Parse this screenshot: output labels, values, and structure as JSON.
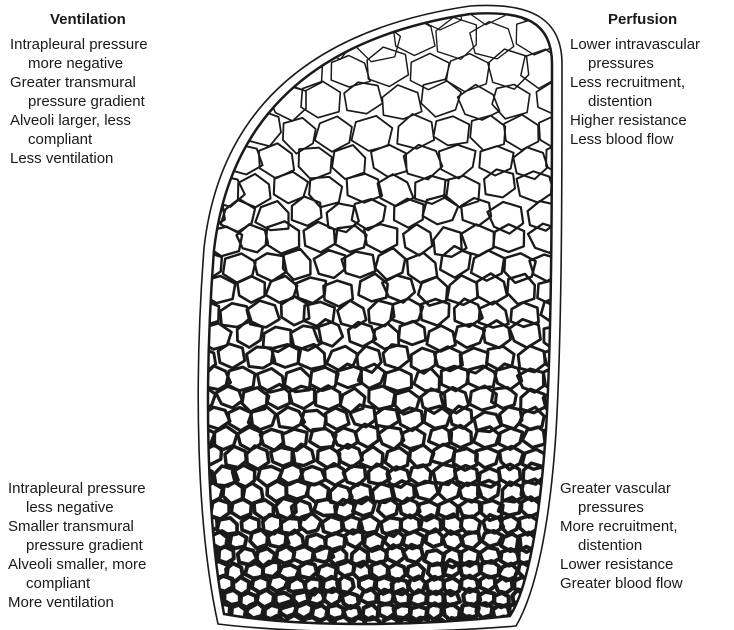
{
  "ventilation": {
    "heading": "Ventilation",
    "top_items": [
      {
        "line1": "Intrapleural pressure",
        "line2": "more negative"
      },
      {
        "line1": "Greater transmural",
        "line2": "pressure gradient"
      },
      {
        "line1": "Alveoli larger, less",
        "line2": "compliant"
      },
      {
        "line1": "Less ventilation",
        "line2": ""
      }
    ],
    "bottom_items": [
      {
        "line1": "Intrapleural pressure",
        "line2": "less negative"
      },
      {
        "line1": "Smaller transmural",
        "line2": "pressure gradient"
      },
      {
        "line1": "Alveoli smaller, more",
        "line2": "compliant"
      },
      {
        "line1": "More ventilation",
        "line2": ""
      }
    ]
  },
  "perfusion": {
    "heading": "Perfusion",
    "top_items": [
      {
        "line1": "Lower intravascular",
        "line2": "pressures"
      },
      {
        "line1": "Less recruitment,",
        "line2": "distention"
      },
      {
        "line1": "Higher resistance",
        "line2": ""
      },
      {
        "line1": "Less blood flow",
        "line2": ""
      }
    ],
    "bottom_items": [
      {
        "line1": "Greater vascular",
        "line2": "pressures"
      },
      {
        "line1": "More recruitment,",
        "line2": "distention"
      },
      {
        "line1": "Lower resistance",
        "line2": ""
      },
      {
        "line1": "Greater blood flow",
        "line2": ""
      }
    ]
  },
  "colors": {
    "ink": "#1a1a1a",
    "background": "#ffffff"
  }
}
